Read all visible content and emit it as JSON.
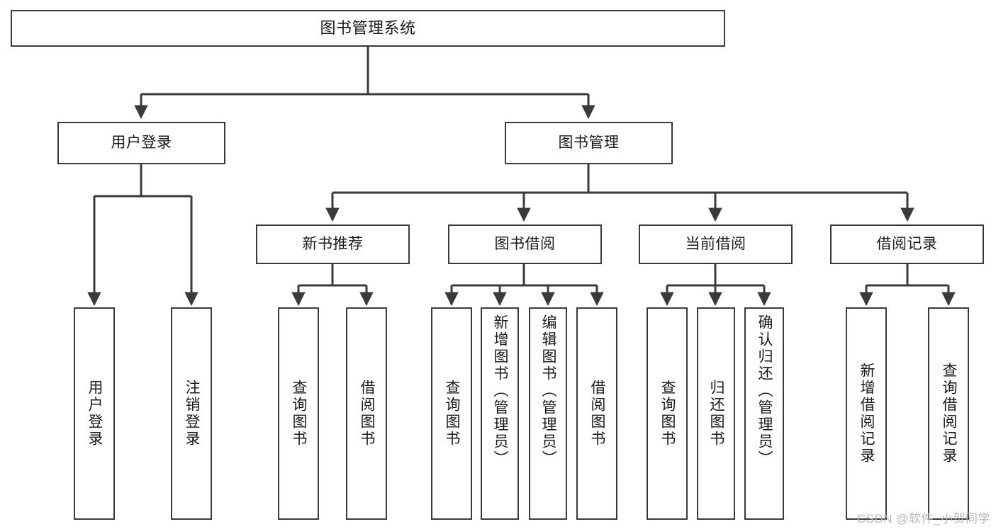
{
  "diagram": {
    "title": "图书管理系统",
    "type": "functional-decomposition-tree",
    "root": {
      "id": "root",
      "label": "图书管理系统",
      "orientation": "horizontal"
    },
    "level1": [
      {
        "id": "user-login",
        "label": "用户登录",
        "orientation": "horizontal"
      },
      {
        "id": "book-management",
        "label": "图书管理",
        "orientation": "horizontal"
      }
    ],
    "level2": [
      {
        "id": "new-book-recommend",
        "label": "新书推荐",
        "orientation": "horizontal",
        "parent": "book-management"
      },
      {
        "id": "book-borrow",
        "label": "图书借阅",
        "orientation": "horizontal",
        "parent": "book-management"
      },
      {
        "id": "current-borrow",
        "label": "当前借阅",
        "orientation": "horizontal",
        "parent": "book-management"
      },
      {
        "id": "borrow-record",
        "label": "借阅记录",
        "orientation": "horizontal",
        "parent": "book-management"
      }
    ],
    "leaves": {
      "user_login": [
        {
          "id": "leaf-user-login",
          "label": "用户登录"
        },
        {
          "id": "leaf-user-logout",
          "label": "注销登录"
        }
      ],
      "new_book_recommend": [
        {
          "id": "leaf-query-book-1",
          "label": "查询图书"
        },
        {
          "id": "leaf-borrow-book-1",
          "label": "借阅图书"
        }
      ],
      "book_borrow": [
        {
          "id": "leaf-query-book-2",
          "label": "查询图书"
        },
        {
          "id": "leaf-add-book",
          "label": "新增图书（管理员）"
        },
        {
          "id": "leaf-edit-book",
          "label": "编辑图书（管理员）"
        },
        {
          "id": "leaf-borrow-book-2",
          "label": "借阅图书"
        }
      ],
      "current_borrow": [
        {
          "id": "leaf-query-book-3",
          "label": "查询图书"
        },
        {
          "id": "leaf-return-book",
          "label": "归还图书"
        },
        {
          "id": "leaf-confirm-return",
          "label": "确认归还（管理员）"
        }
      ],
      "borrow_record": [
        {
          "id": "leaf-add-record",
          "label": "新增借阅记录"
        },
        {
          "id": "leaf-query-record",
          "label": "查询借阅记录"
        }
      ]
    }
  },
  "watermark": {
    "text": "CSDN @软件_小贺同学"
  },
  "colors": {
    "background": "#ffffff",
    "box_fill": "#ffffff",
    "box_stroke": "#3a3a3a",
    "connector": "#3a3a3a",
    "text": "#1a1a1a",
    "watermark": "#b8b8b8"
  }
}
